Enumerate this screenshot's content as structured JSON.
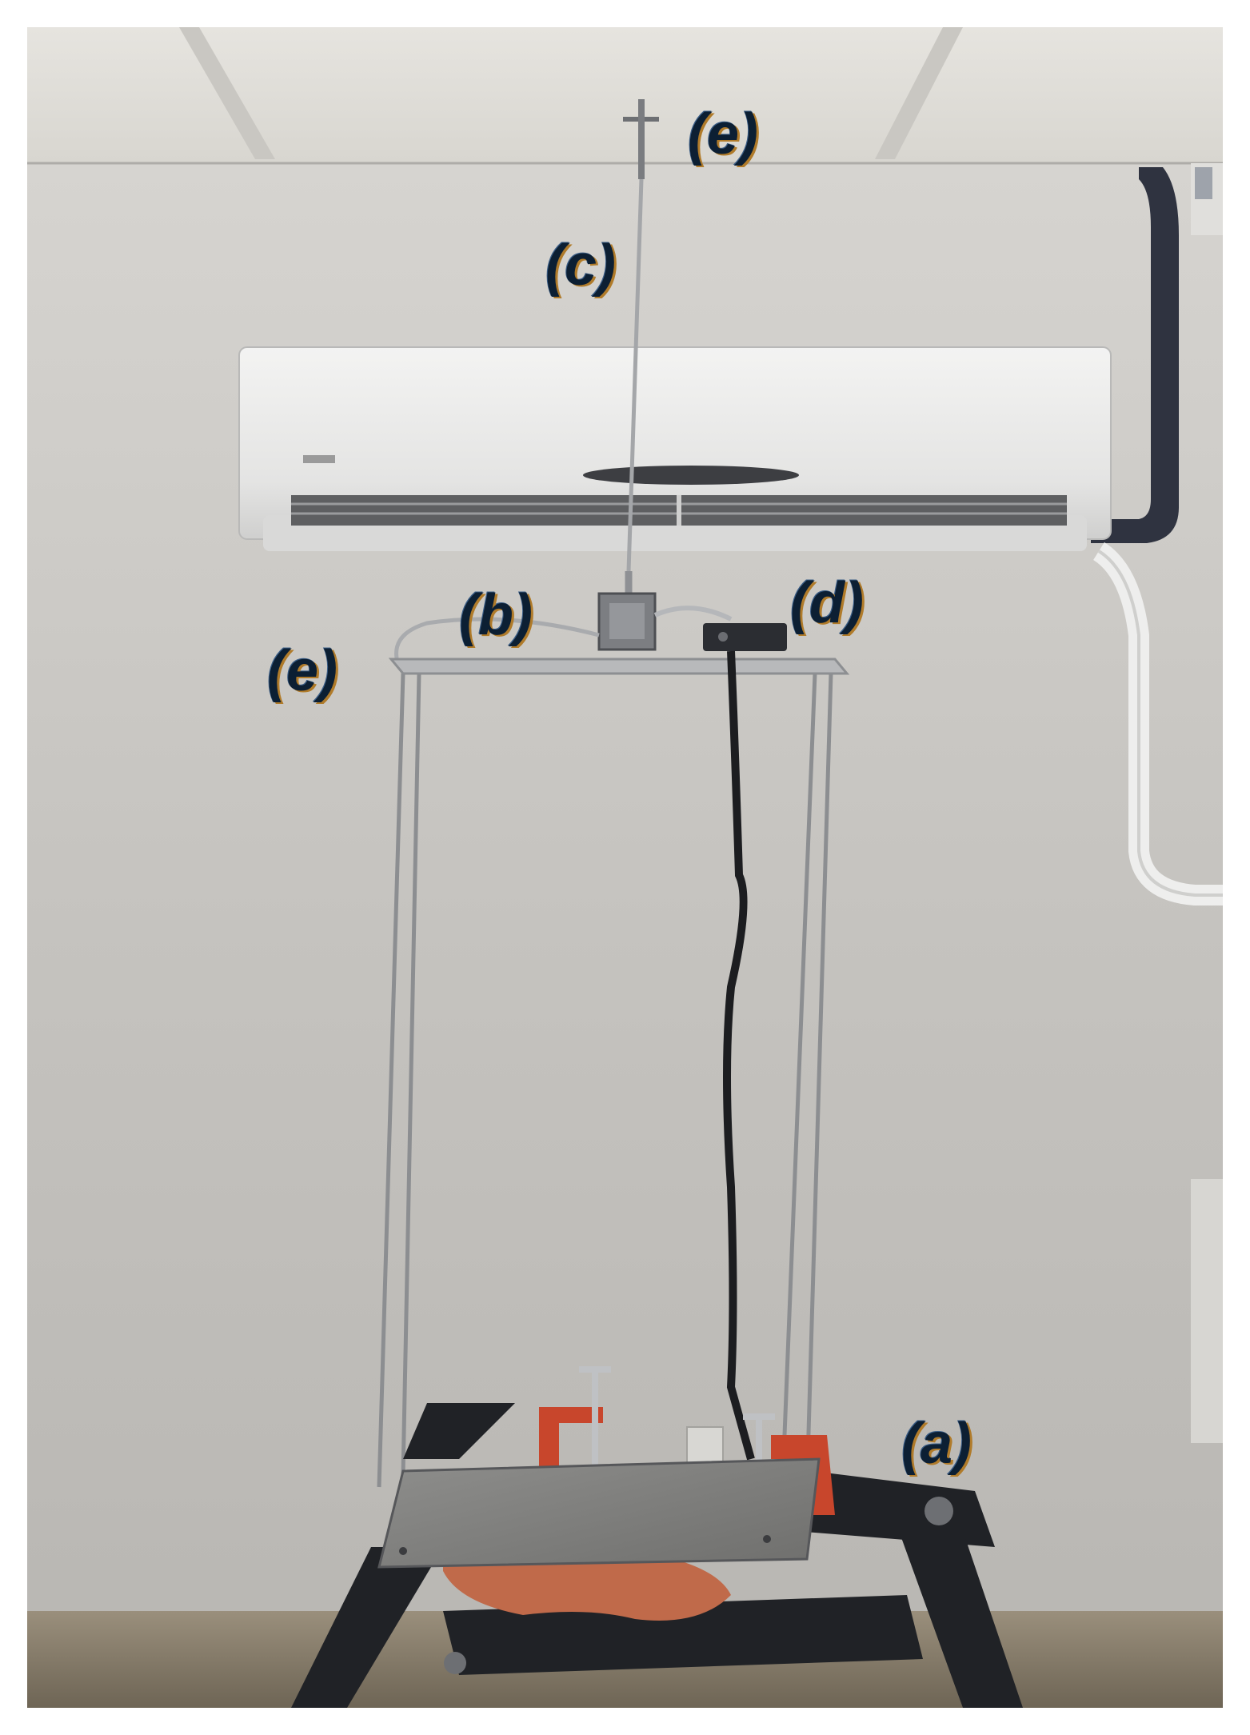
{
  "labels": {
    "e_top": "(e)",
    "c": "(c)",
    "b": "(b)",
    "d": "(d)",
    "e_side": "(e)",
    "a": "(a)"
  }
}
